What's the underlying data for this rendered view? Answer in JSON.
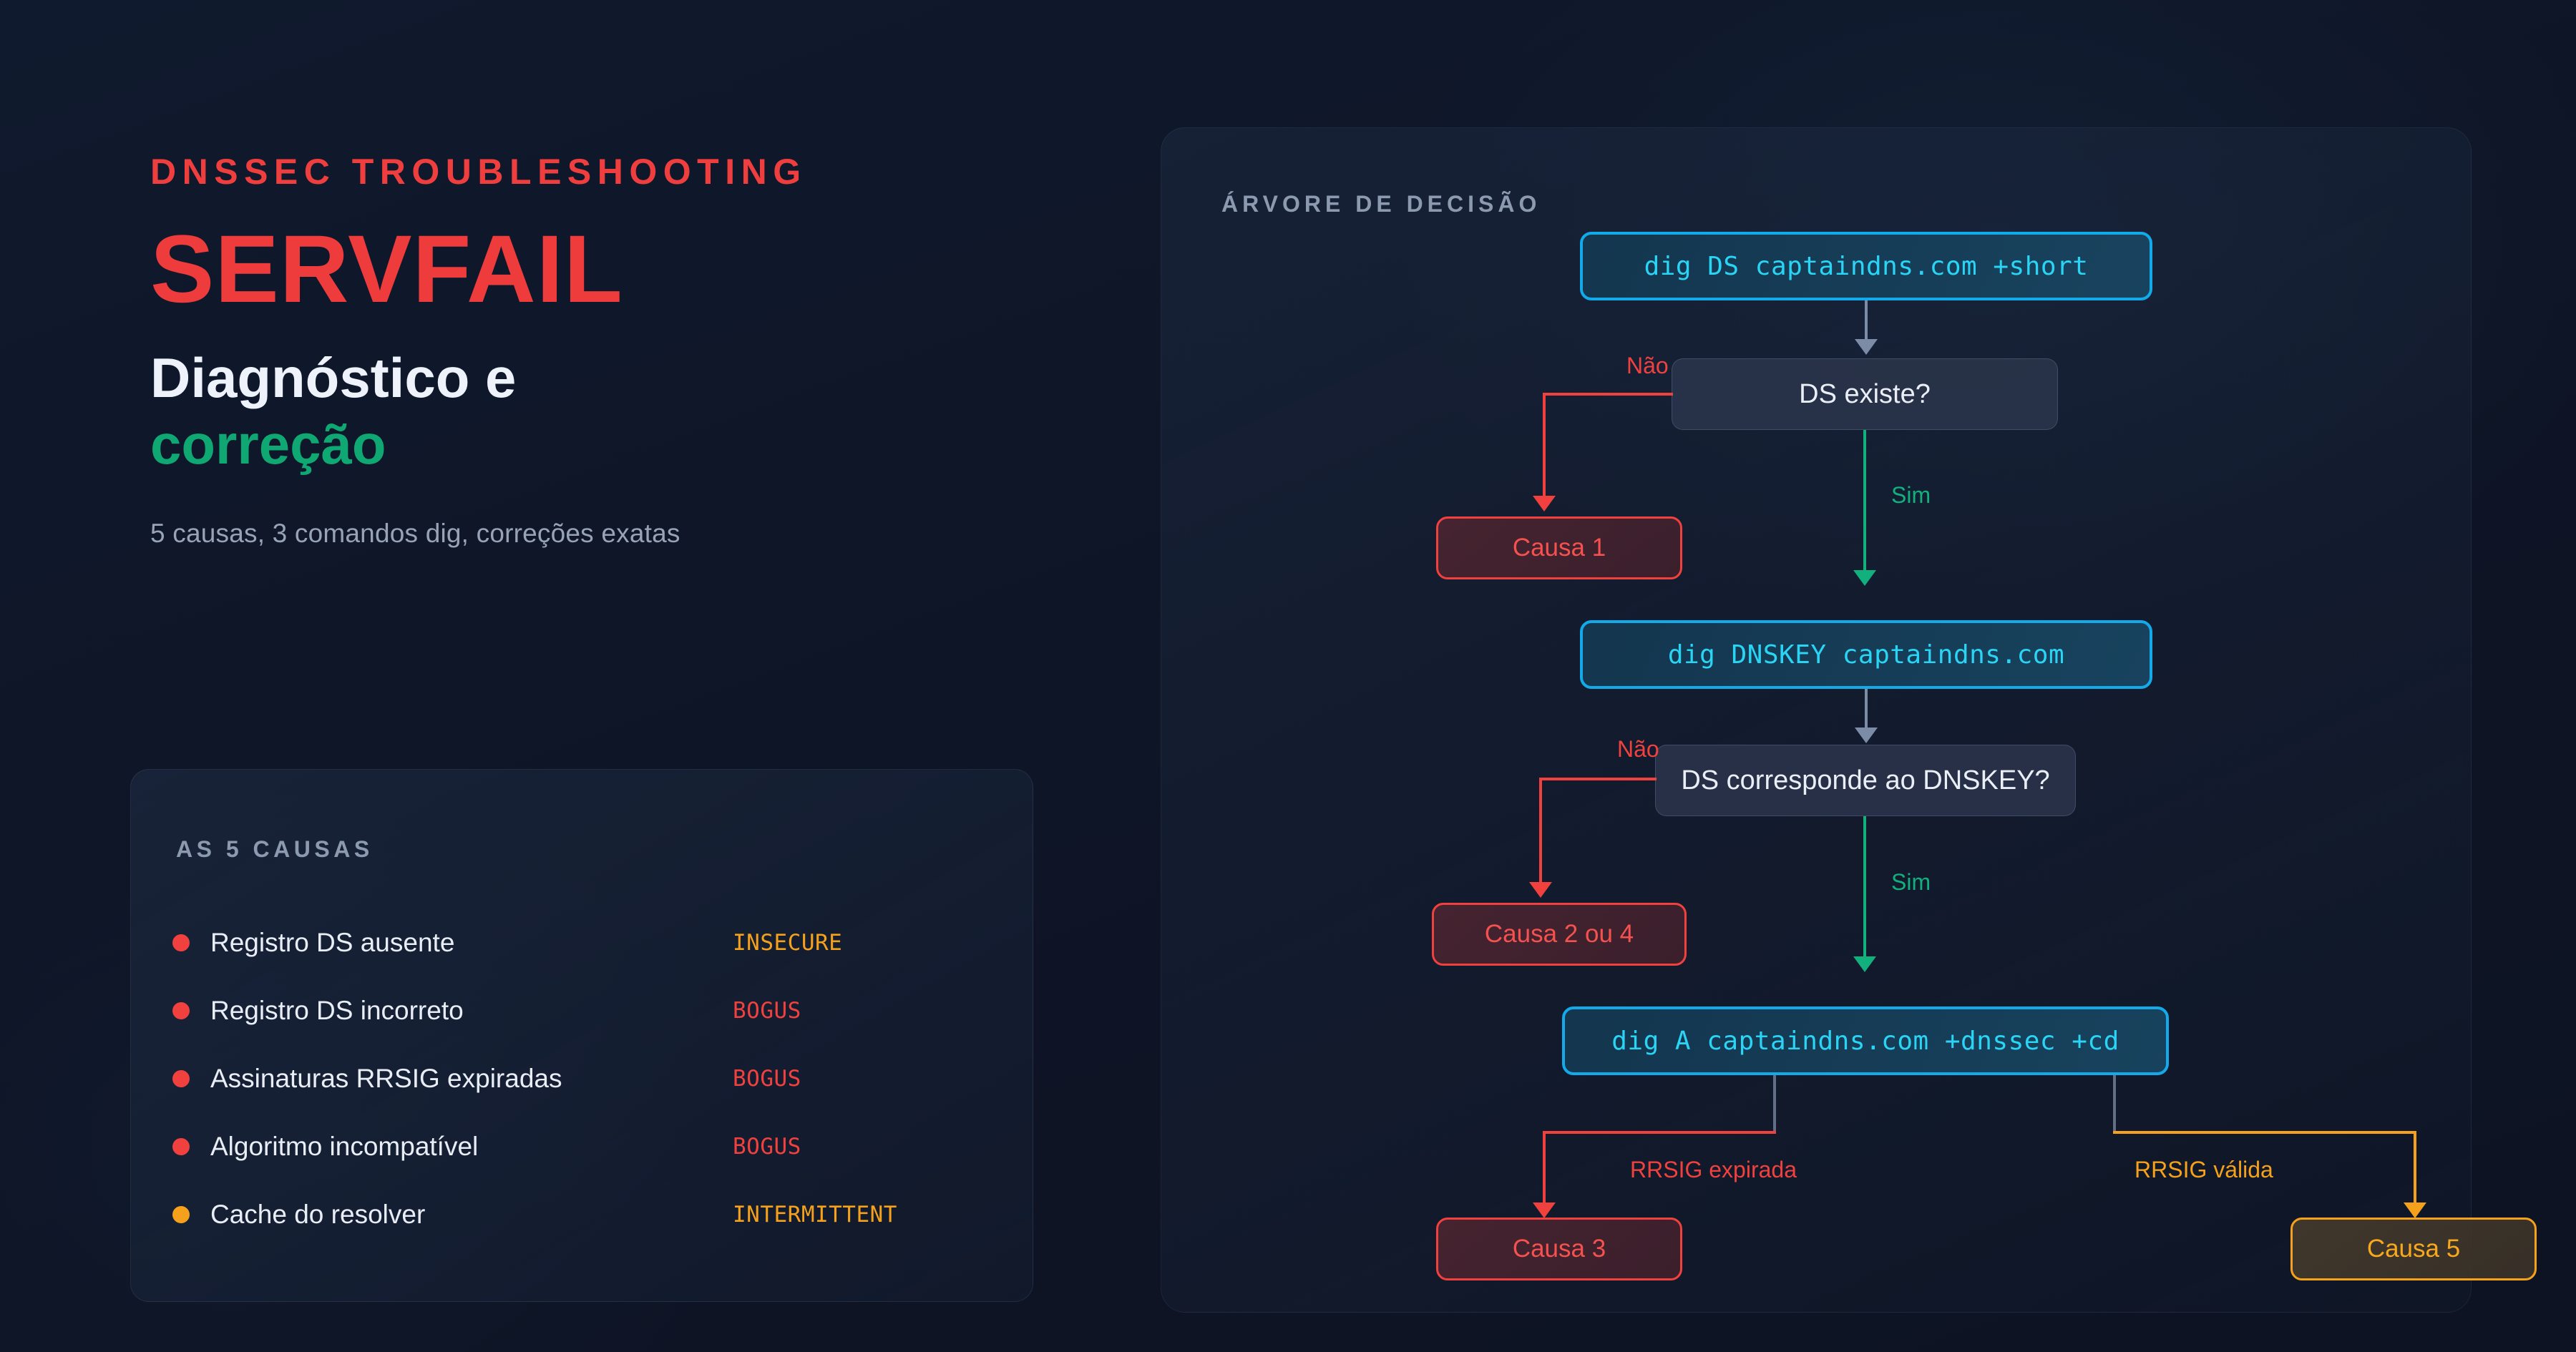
{
  "hero": {
    "eyebrow": "DNSSEC TROUBLESHOOTING",
    "headline": "SERVFAIL",
    "subhead_line1": "Diagnóstico e",
    "subhead_line2": "correção",
    "description": "5 causas, 3 comandos dig, correções exatas"
  },
  "causes_card": {
    "title": "AS 5 CAUSAS",
    "items": [
      {
        "label": "Registro DS ausente",
        "status": "INSECURE",
        "dot_color": "#f0413f",
        "status_color": "#f5a11b"
      },
      {
        "label": "Registro DS incorreto",
        "status": "BOGUS",
        "dot_color": "#f0413f",
        "status_color": "#f0413f"
      },
      {
        "label": "Assinaturas RRSIG expiradas",
        "status": "BOGUS",
        "dot_color": "#f0413f",
        "status_color": "#f0413f"
      },
      {
        "label": "Algoritmo incompatível",
        "status": "BOGUS",
        "dot_color": "#f0413f",
        "status_color": "#f0413f"
      },
      {
        "label": "Cache do resolver",
        "status": "INTERMITTENT",
        "dot_color": "#f5a11b",
        "status_color": "#f5a11b"
      }
    ]
  },
  "tree": {
    "title": "ÁRVORE DE DECISÃO",
    "nodes": {
      "cmd1": "dig DS captaindns.com +short",
      "decision1": "DS existe?",
      "cause1": "Causa 1",
      "cmd2": "dig DNSKEY captaindns.com",
      "decision2": "DS corresponde ao DNSKEY?",
      "cause2": "Causa 2 ou 4",
      "cmd3": "dig A captaindns.com +dnssec +cd",
      "cause3": "Causa 3",
      "cause5": "Causa 5"
    },
    "edge_labels": {
      "no_1": "Não",
      "yes_1": "Sim",
      "no_2": "Não",
      "yes_2": "Sim",
      "rrsig_expired": "RRSIG expirada",
      "rrsig_valid": "RRSIG válida"
    }
  },
  "colors": {
    "accent_red": "#ee3b3b",
    "accent_green": "#0fa873",
    "accent_cyan": "#14a9e8",
    "accent_amber": "#f5a11b",
    "background": "#0e1526"
  }
}
